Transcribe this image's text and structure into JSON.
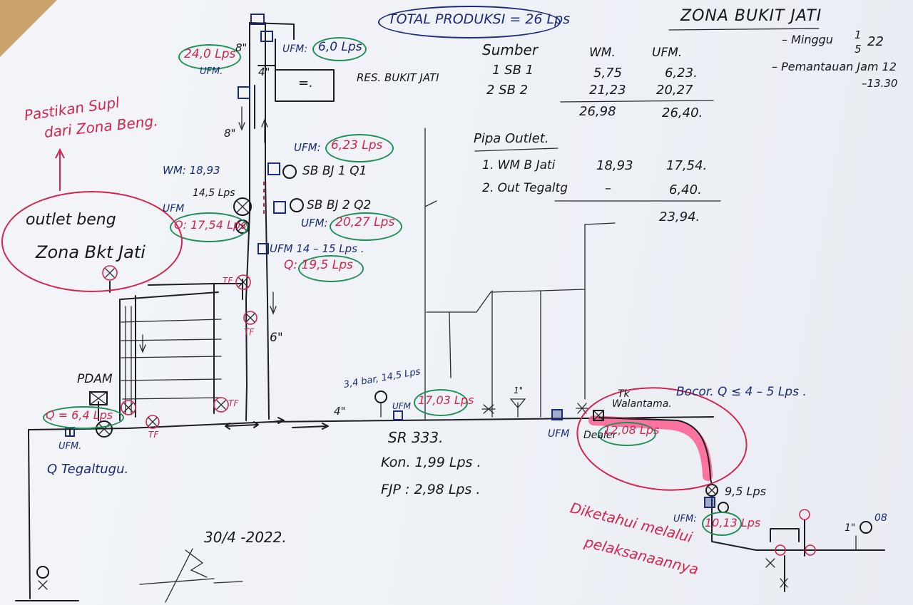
{
  "header": {
    "zone_title": "ZONA BUKIT JATI",
    "date_line": "– Minggu",
    "date_fraction_top": "1",
    "date_fraction_bottom": "5",
    "date_year": "22",
    "monitoring_line": "– Pemantauan Jam 12",
    "monitoring_end": "–13.30",
    "total_production": "TOTAL PRODUKSI = 26 Lps"
  },
  "sources_table": {
    "headers": [
      "Sumber",
      "WM.",
      "UFM."
    ],
    "rows": [
      {
        "label": "1 SB 1",
        "wm": "5,75",
        "ufm": "6,23."
      },
      {
        "label": "2 SB 2",
        "wm": "21,23",
        "ufm": "20,27"
      }
    ],
    "total": {
      "wm": "26,98",
      "ufm": "26,40."
    }
  },
  "outlet_table": {
    "title": "Pipa Outlet.",
    "rows": [
      {
        "label": "1. WM B Jati",
        "wm": "18,93",
        "ufm": "17,54."
      },
      {
        "label": "2. Out Tegaltg",
        "wm": "–",
        "ufm": "6,40."
      }
    ],
    "total": "23,94."
  },
  "reservoir": {
    "label": "RES. BUKIT JATI",
    "ufm_in_label": "UFM:",
    "ufm_in_value": "6,0 Lps",
    "ufm_out_value": "24,0 Lps",
    "ufm_out_label": "UFM.",
    "pipe_8_top": "8\"",
    "pipe_4": "4\"",
    "pipe_8_mid": "8\"",
    "pipe_6": "6\""
  },
  "well_sb1": {
    "ufm_label": "UFM:",
    "ufm_value": "6,23 Lps",
    "label": "SB BJ 1 Q1"
  },
  "well_sb2": {
    "label": "SB BJ 2 Q2",
    "ufm_label": "UFM:",
    "ufm_value": "20,27 Lps"
  },
  "outlet_meter": {
    "wm_label": "WM: 18,93",
    "wm_flow": "14,5 Lps",
    "ufm_label": "UFM",
    "q_value": "Q: 17,54 Lps"
  },
  "ufm_range": {
    "label": "UFM 14 – 15 Lps .",
    "q_value": "Q: 19,5 Lps"
  },
  "annotation_top_left": {
    "line1": "Pastikan Supl",
    "line2": "dari Zona Beng."
  },
  "zone_callout": {
    "line1": "outlet beng",
    "line2": "Zona Bkt Jati"
  },
  "tf_labels": [
    "TF",
    "TF",
    "TF",
    "TF"
  ],
  "pdam": {
    "label": "PDAM",
    "q_value": "Q = 6,4 Lps",
    "ufm_label": "UFM.",
    "tegaltugu": "Q Tegaltugu."
  },
  "main_line": {
    "pipe_4": "4\""
  },
  "sr333": {
    "pressure": "3,4 bar, 14,5 Lps",
    "ufm_label": "UFM",
    "ufm_value": "17,03 Lps",
    "name": "SR 333.",
    "kon": "Kon. 1,99 Lps .",
    "fjp": "FJP : 2,98 Lps ."
  },
  "hydrant_label": "1\"",
  "walantama": {
    "line1": "Tk",
    "line2": "Walantama.",
    "ufm_label": "UFM",
    "dealer": "Dealer",
    "flow": "12,08 Lps",
    "leak": "Bocor. Q ≤ 4 – 5 Lps ."
  },
  "lower_meter": {
    "flow": "9,5 Lps",
    "ufm_label": "UFM:",
    "ufm_value": "10,13 Lps"
  },
  "lower_note": {
    "line1": "Diketahui melalui",
    "line2": "pelaksanaannya"
  },
  "right_valve_label": {
    "size": "1\"",
    "value": "08"
  },
  "signature_date": "30/4 -2022.",
  "colors": {
    "ink": "#17171c",
    "blue_ink": "#1b2a7a",
    "red_ink": "#d4244f",
    "green_marker": "#1f8f55",
    "pink_highlight": "#ff5d8f"
  }
}
